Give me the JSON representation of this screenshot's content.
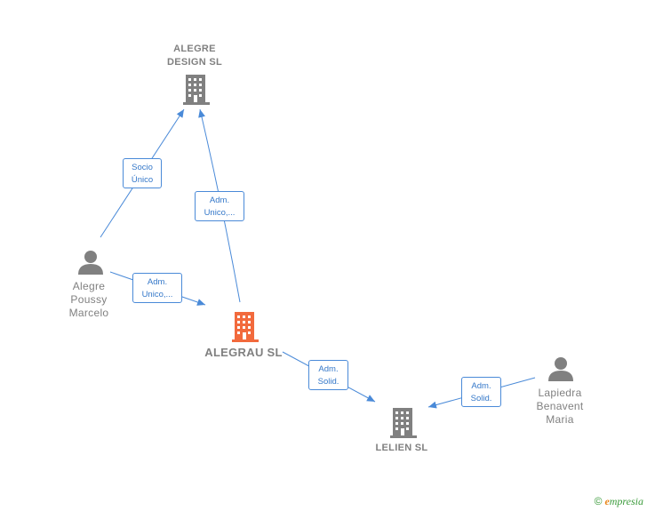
{
  "colors": {
    "edge": "#4a8ad8",
    "company_icon": "#808080",
    "main_company_icon": "#f26a3d",
    "person_icon": "#808080",
    "text": "#808080"
  },
  "nodes": {
    "alegre_design": {
      "label": "ALEGRE\nDESIGN  SL",
      "icon": "building-icon"
    },
    "alegrau": {
      "label": "ALEGRAU  SL",
      "icon": "building-icon"
    },
    "lelien": {
      "label": "LELIEN  SL",
      "icon": "building-icon"
    },
    "alegre_poussy": {
      "label": "Alegre\nPoussy\nMarcelo",
      "icon": "person-icon"
    },
    "lapiedra": {
      "label": "Lapiedra\nBenavent\nMaria",
      "icon": "person-icon"
    }
  },
  "edges": {
    "socio_unico": {
      "label": "Socio\nÚnico"
    },
    "adm_unico_design": {
      "label": "Adm.\nUnico,..."
    },
    "adm_unico_alegrau": {
      "label": "Adm.\nUnico,..."
    },
    "adm_solid_alegrau": {
      "label": "Adm.\nSolid."
    },
    "adm_solid_lapiedra": {
      "label": "Adm.\nSolid."
    }
  },
  "brand": {
    "copyright": "©",
    "name_first": "e",
    "name_rest": "mpresia"
  }
}
